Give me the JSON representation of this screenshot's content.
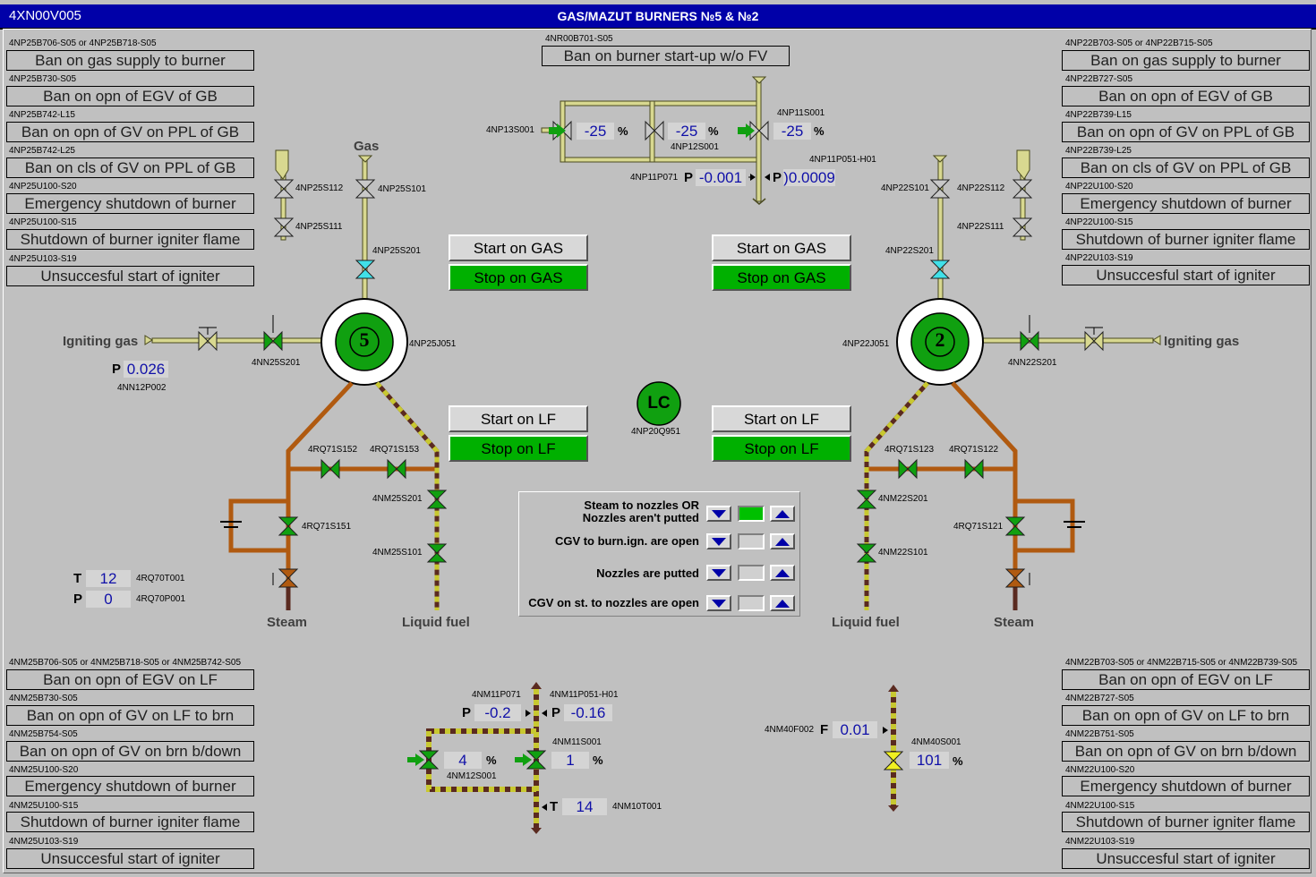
{
  "window": {
    "tag": "4XN00V005",
    "title": "GAS/MAZUT BURNERS №5 & №2"
  },
  "left_top": [
    {
      "code": "4NP25B706-S05 or 4NP25B718-S05",
      "text": "Ban on gas supply to burner"
    },
    {
      "code": "4NP25B730-S05",
      "text": "Ban on opn of EGV of GB"
    },
    {
      "code": "4NP25B742-L15",
      "text": "Ban on opn of GV on PPL of GB"
    },
    {
      "code": "4NP25B742-L25",
      "text": "Ban on cls of GV on PPL of GB"
    },
    {
      "code": "4NP25U100-S20",
      "text": "Emergency shutdown of burner"
    },
    {
      "code": "4NP25U100-S15",
      "text": "Shutdown of burner igniter flame"
    },
    {
      "code": "4NP25U103-S19",
      "text": "Unsuccesful start of igniter"
    }
  ],
  "right_top": [
    {
      "code": "4NP22B703-S05 or 4NP22B715-S05",
      "text": "Ban on gas supply to burner"
    },
    {
      "code": "4NP22B727-S05",
      "text": "Ban on opn of EGV of GB"
    },
    {
      "code": "4NP22B739-L15",
      "text": "Ban on opn of GV on PPL of GB"
    },
    {
      "code": "4NP22B739-L25",
      "text": "Ban on cls of GV on PPL of GB"
    },
    {
      "code": "4NP22U100-S20",
      "text": "Emergency shutdown of burner"
    },
    {
      "code": "4NP22U100-S15",
      "text": "Shutdown of burner igniter flame"
    },
    {
      "code": "4NP22U103-S19",
      "text": "Unsuccesful start of igniter"
    }
  ],
  "left_bottom": [
    {
      "code": "4NM25B706-S05 or 4NM25B718-S05 or 4NM25B742-S05",
      "text": "Ban on opn of EGV on LF"
    },
    {
      "code": "4NM25B730-S05",
      "text": "Ban on opn of GV on LF to brn"
    },
    {
      "code": "4NM25B754-S05",
      "text": "Ban on opn of GV on brn b/down"
    },
    {
      "code": "4NM25U100-S20",
      "text": "Emergency shutdown of burner"
    },
    {
      "code": "4NM25U100-S15",
      "text": "Shutdown of burner igniter flame"
    },
    {
      "code": "4NM25U103-S19",
      "text": "Unsuccesful start of igniter"
    }
  ],
  "right_bottom": [
    {
      "code": "4NM22B703-S05 or 4NM22B715-S05 or 4NM22B739-S05",
      "text": "Ban on opn of EGV on LF"
    },
    {
      "code": "4NM22B727-S05",
      "text": "Ban on opn of GV on LF to brn"
    },
    {
      "code": "4NM22B751-S05",
      "text": "Ban on opn of GV on brn b/down"
    },
    {
      "code": "4NM22U100-S20",
      "text": "Emergency shutdown of burner"
    },
    {
      "code": "4NM22U100-S15",
      "text": "Shutdown of burner igniter flame"
    },
    {
      "code": "4NM22U103-S19",
      "text": "Unsuccesful start of igniter"
    }
  ],
  "center_top": {
    "code": "4NR00B701-S05",
    "text": "Ban on burner start-up w/o FV"
  },
  "buttons": {
    "start_gas": "Start on GAS",
    "stop_gas": "Stop on GAS",
    "start_lf": "Start on LF",
    "stop_lf": "Stop on LF"
  },
  "burners": {
    "left": "5",
    "right": "2",
    "left_tag": "4NP25J051",
    "right_tag": "4NP22J051"
  },
  "lc": {
    "label": "LC",
    "tag": "4NP20Q951"
  },
  "media": {
    "gas": "Gas",
    "igniting_gas": "Igniting gas",
    "steam": "Steam",
    "liquid_fuel": "Liquid fuel"
  },
  "gas_header": {
    "v1": {
      "tag": "4NP13S001",
      "value": "-25"
    },
    "v2": {
      "tag": "4NP12S001",
      "value": "-25"
    },
    "v3": {
      "tag": "4NP11S001",
      "value": "-25"
    },
    "p1": {
      "tag": "4NP11P071",
      "value": "-0.001"
    },
    "p2": {
      "tag": "4NP11P051-H01",
      "value": ")0.0009"
    },
    "unit": "%",
    "p": "P"
  },
  "left_gas": {
    "v1": "4NP25S112",
    "v2": "4NP25S101",
    "v3": "4NP25S111",
    "v4": "4NP25S201",
    "ign": "4NN25S201",
    "p_tag": "4NN12P002",
    "p_value": "0.026"
  },
  "right_gas": {
    "v1": "4NP22S101",
    "v2": "4NP22S112",
    "v3": "4NP22S111",
    "v4": "4NP22S201",
    "ign": "4NN22S201"
  },
  "left_lf": {
    "s152": "4RQ71S152",
    "s153": "4RQ71S153",
    "s151": "4RQ71S151",
    "nm201": "4NM25S201",
    "nm101": "4NM25S101",
    "t_tag": "4RQ70T001",
    "t_value": "12",
    "p_tag": "4RQ70P001",
    "p_value": "0",
    "t": "T",
    "p": "P"
  },
  "right_lf": {
    "s123": "4RQ71S123",
    "s122": "4RQ71S122",
    "s121": "4RQ71S121",
    "nm201": "4NM22S201",
    "nm101": "4NM22S101"
  },
  "status_panel": [
    {
      "label": "Steam to nozzles OR\nNozzles aren't putted",
      "on": true
    },
    {
      "label": "CGV to burn.ign. are open",
      "on": false
    },
    {
      "label": "Nozzles are putted",
      "on": false
    },
    {
      "label": "CGV on st. to nozzles are open",
      "on": false
    }
  ],
  "lf_header": {
    "p1": {
      "tag": "4NM11P071",
      "value": "-0.2"
    },
    "p2": {
      "tag": "4NM11P051-H01",
      "value": "-0.16"
    },
    "v1": {
      "tag": "4NM12S001",
      "value": "4"
    },
    "v2": {
      "tag": "4NM11S001",
      "value": "1"
    },
    "t": {
      "tag": "4NM10T001",
      "value": "14"
    },
    "unit": "%"
  },
  "lf_right": {
    "f_tag": "4NM40F002",
    "f_value": "0.01",
    "f_letter": "F",
    "v_tag": "4NM40S001",
    "v_value": "101",
    "unit": "%"
  },
  "colors": {
    "title_bg": "#0000a8",
    "gas_pipe": "#d8d890",
    "steam_pipe": "#b05a10",
    "fuel_pipe": "#5a2a20",
    "valve_open": "#10a010",
    "valve_closed": "#c8c8c8",
    "value_text": "#1010a8"
  }
}
